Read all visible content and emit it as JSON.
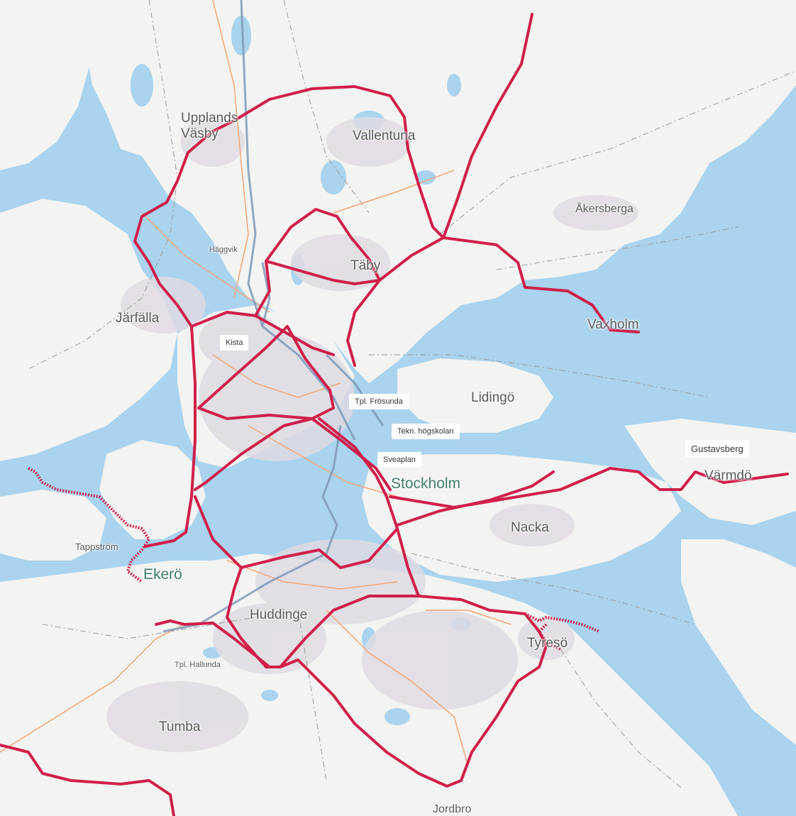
{
  "map": {
    "colors": {
      "water": "#a9d3ee",
      "land": "#f3f3f1",
      "urban": "#dfdbe2",
      "road_major": "#cf1f4b",
      "road_planned": "#cf1f4b",
      "road_local": "#f0a678",
      "rail": "#7f99b6"
    },
    "places": {
      "upplands_vasby": "Upplands\nVäsby",
      "vallentuna": "Vallentuna",
      "akersberga": "Åkersberga",
      "haggvik": "Häggvik",
      "taby": "Täby",
      "jarfalla": "Järfälla",
      "kista": "Kista",
      "vaxholm": "Vaxholm",
      "lidingo": "Lidingö",
      "tpl_frosunda": "Tpl. Frösunda",
      "tekn_hogskolan": "Tekn. högskolan",
      "sveaplan": "Sveaplan",
      "gustavsberg": "Gustavsberg",
      "stockholm": "Stockholm",
      "varmdo": "Värmdö",
      "nacka": "Nacka",
      "tappstrom": "Tappström",
      "ekero": "Ekerö",
      "huddinge": "Huddinge",
      "tyreso": "Tyresö",
      "tpl_hallunda": "Tpl. Hallunda",
      "tumba": "Tumba",
      "jordbro": "Jordbro"
    }
  }
}
